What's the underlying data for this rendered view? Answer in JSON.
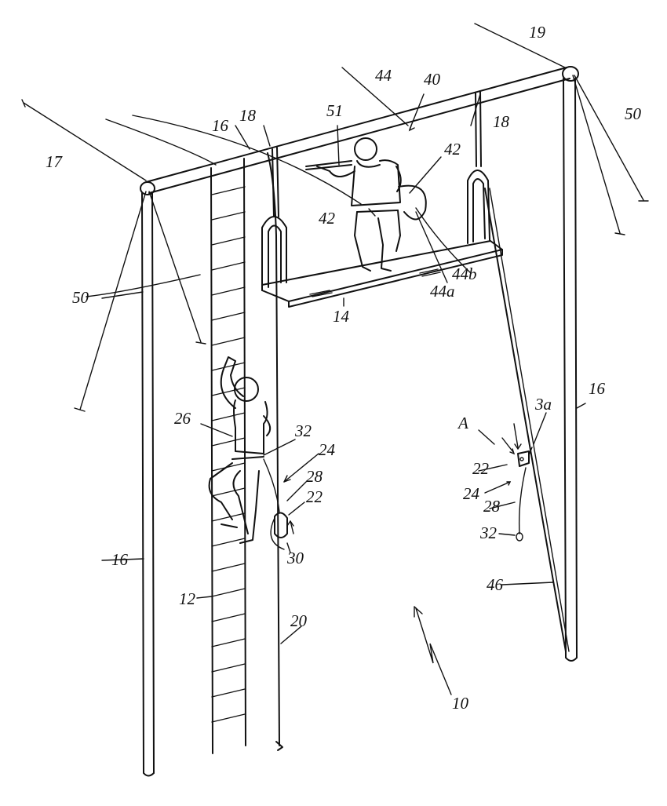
{
  "figure": {
    "labels": {
      "frame_left": "17",
      "frame_right": "19",
      "top_beam": "44",
      "zipline": "40",
      "hand_bar": "51",
      "post_top": "16",
      "strap_left": "18",
      "strap_right": "18",
      "guy_right": "50",
      "harness_right": "42",
      "harness_left": "42",
      "line_b": "44b",
      "line_a": "44a",
      "platform": "14",
      "guy_left": "50",
      "post_right": "16",
      "detail_marker": "A",
      "detail_ref": "3a",
      "climber_harness": "26",
      "carabiner_top": "32",
      "lanyard_assembly": "24",
      "lanyard": "28",
      "clip": "22",
      "clip_detail": "22",
      "lanyard_detail": "24",
      "lanyard_detail_b": "28",
      "carabiner_detail": "32",
      "belay_device": "30",
      "post_left": "16",
      "ladder": "12",
      "rope": "20",
      "anchor_cable": "46",
      "apparatus": "10"
    }
  }
}
